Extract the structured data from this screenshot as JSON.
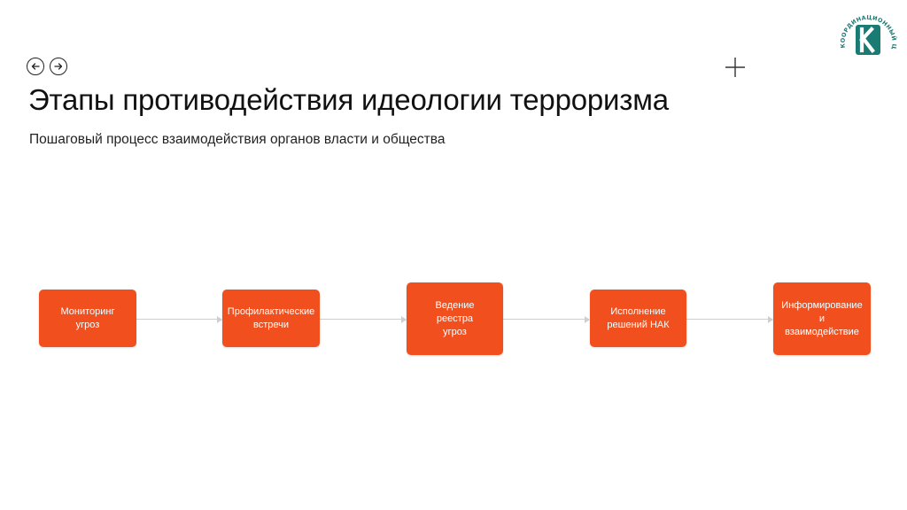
{
  "header": {
    "title": "Этапы противодействия идеологии терроризма",
    "subtitle": "Пошаговый процесс взаимодействия органов власти и общества"
  },
  "logo": {
    "ring_text": "КООРДИНАЦИОННЫЙ ЦЕНТР",
    "letter": "К",
    "color": "#1a7a74"
  },
  "controls": {
    "back_icon": "arrow-left-icon",
    "forward_icon": "arrow-right-icon",
    "add_icon": "plus-icon"
  },
  "diagram": {
    "accent_color": "#f24f1e",
    "stages": [
      {
        "label": "Мониторинг\nугроз"
      },
      {
        "label": "Профилактические\nвстречи"
      },
      {
        "label": "Ведение\nреестра\nугроз"
      },
      {
        "label": "Исполнение\nрешений НАК"
      },
      {
        "label": "Информирование\nи\nвзаимодействие"
      }
    ]
  }
}
